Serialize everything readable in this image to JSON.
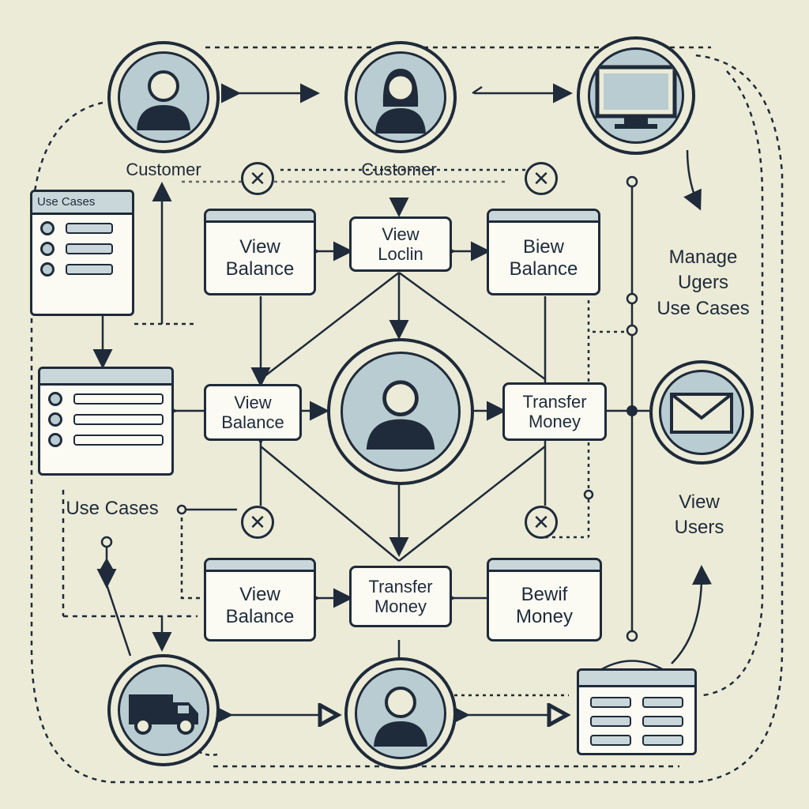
{
  "colors": {
    "background": "#ecebd7",
    "ink": "#1f2b3a",
    "fill": "#b9ccd1",
    "box": "#fbfbf4"
  },
  "labels": {
    "customer_left": "Customer",
    "customer_center": "Customer",
    "manage_users_use_cases": [
      "Manage",
      "Ugers",
      "Use Cases"
    ],
    "use_cases": "Use Cases",
    "view_users": [
      "View",
      "Users"
    ]
  },
  "panels": {
    "use_cases_panel_title": "Use Cases"
  },
  "boxes": {
    "view_balance_top_left": [
      "View",
      "Balance"
    ],
    "view_login": [
      "View",
      "Loclin"
    ],
    "biew_balance": [
      "Biew",
      "Balance"
    ],
    "view_balance_mid": [
      "View",
      "Balance"
    ],
    "transfer_money_mid": [
      "Transfer",
      "Money"
    ],
    "view_balance_bottom": [
      "View",
      "Balance"
    ],
    "transfer_money_bottom": [
      "Transfer",
      "Money"
    ],
    "bewif_money": [
      "Bewif",
      "Money"
    ]
  },
  "nodes": [
    {
      "id": "customer-actor-male",
      "icon": "person-icon"
    },
    {
      "id": "customer-actor-female",
      "icon": "person-female-icon"
    },
    {
      "id": "monitor-node",
      "icon": "monitor-icon"
    },
    {
      "id": "center-user-node",
      "icon": "person-icon"
    },
    {
      "id": "email-node",
      "icon": "envelope-icon"
    },
    {
      "id": "truck-node",
      "icon": "truck-icon"
    },
    {
      "id": "bottom-user-node",
      "icon": "person-icon"
    }
  ],
  "badges": {
    "x_glyph": "✕"
  }
}
